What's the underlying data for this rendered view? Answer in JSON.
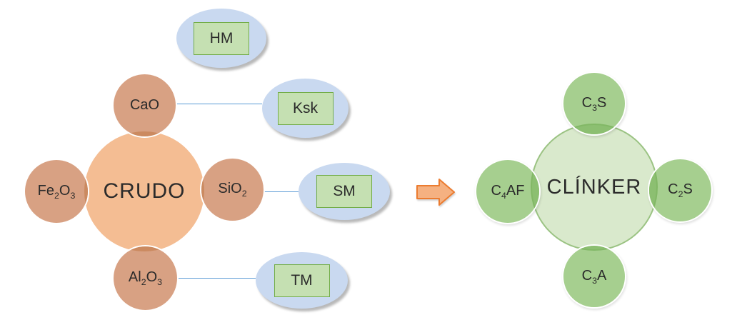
{
  "palette": {
    "raw_big_fill": "#F4BD93",
    "raw_small_fill": "#D8A183",
    "raw_overlap": "#CB8A60",
    "clinker_big_fill": "#D9E9CC",
    "clinker_ring": "#9BC383",
    "clinker_small_fill": "#A6CF8F",
    "clinker_overlap": "#8CBF71",
    "clinker_overlap_ring": "#82B866",
    "module_ellipse_fill": "#C9D9F0",
    "module_box_fill": "#C5E0B2",
    "module_box_border": "#73AD49",
    "connector_blue": "#5B9BD5",
    "arrow_fill": "#F5B181",
    "arrow_border": "#EC7C30",
    "text": "#2B2B2B"
  },
  "raw_meal": {
    "center_label": "CRUDO",
    "components": {
      "top": "CaO",
      "left": "Fe_2O_3",
      "right": "SiO_2",
      "bottom": "Al_2O_3"
    },
    "moduli": {
      "hm": "HM",
      "ksk": "Ksk",
      "sm": "SM",
      "tm": "TM"
    }
  },
  "clinker": {
    "center_label": "CLÍNKER",
    "phases": {
      "top": "C_3S",
      "left": "C_4AF",
      "right": "C_2S",
      "bottom": "C_3A"
    }
  }
}
